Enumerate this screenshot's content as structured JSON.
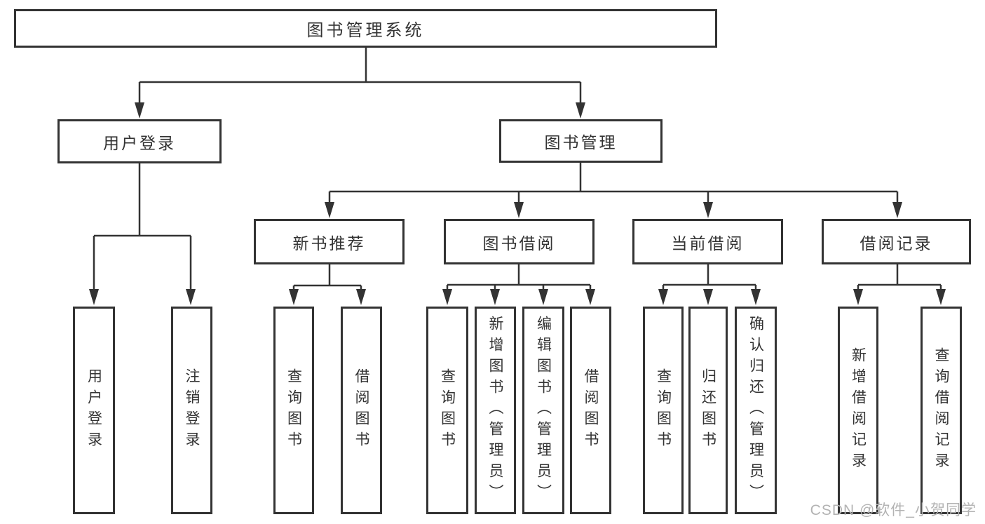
{
  "tree": {
    "root": {
      "label": "图书管理系统"
    },
    "branches": [
      {
        "label": "用户登录",
        "children": [
          {
            "label": "用户登录"
          },
          {
            "label": "注销登录"
          }
        ]
      },
      {
        "label": "图书管理",
        "children": [
          {
            "label": "新书推荐",
            "children": [
              {
                "label": "查询图书"
              },
              {
                "label": "借阅图书"
              }
            ]
          },
          {
            "label": "图书借阅",
            "children": [
              {
                "label": "查询图书"
              },
              {
                "label": "新增图书（管理员）"
              },
              {
                "label": "编辑图书（管理员）"
              },
              {
                "label": "借阅图书"
              }
            ]
          },
          {
            "label": "当前借阅",
            "children": [
              {
                "label": "查询图书"
              },
              {
                "label": "归还图书"
              },
              {
                "label": "确认归还（管理员）"
              }
            ]
          },
          {
            "label": "借阅记录",
            "children": [
              {
                "label": "新增借阅记录"
              },
              {
                "label": "查询借阅记录"
              }
            ]
          }
        ]
      }
    ]
  },
  "watermark": {
    "text": "CSDN @软件_小贺同学"
  },
  "colors": {
    "line": "#333333",
    "text": "#333333",
    "watermark": "#b3b3b3",
    "background": "#ffffff"
  }
}
